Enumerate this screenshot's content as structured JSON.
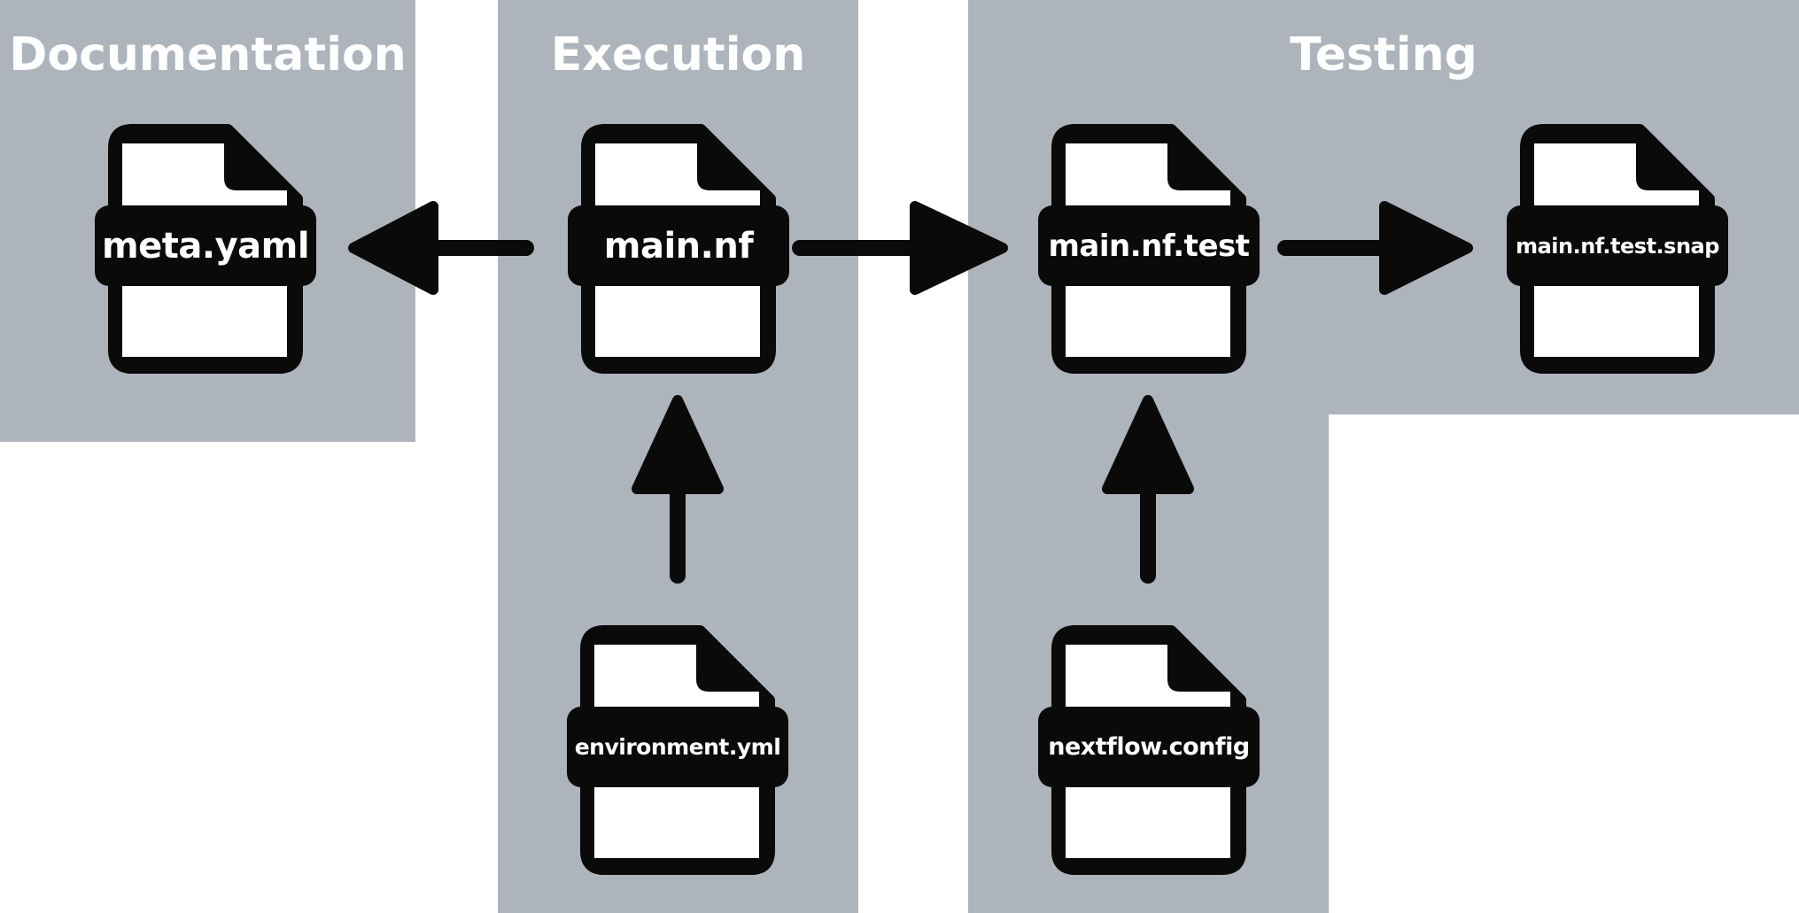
{
  "diagram": {
    "colors": {
      "panel": "#aeb4bc",
      "icon": "#0a0a0a",
      "text": "#ffffff",
      "background": "#ffffff"
    },
    "sections": [
      {
        "id": "documentation",
        "title": "Documentation"
      },
      {
        "id": "execution",
        "title": "Execution"
      },
      {
        "id": "testing",
        "title": "Testing"
      }
    ],
    "files": [
      {
        "id": "meta-yaml",
        "label": "meta.yaml",
        "section": "documentation"
      },
      {
        "id": "main-nf",
        "label": "main.nf",
        "section": "execution"
      },
      {
        "id": "main-nf-test",
        "label": "main.nf.test",
        "section": "testing"
      },
      {
        "id": "main-nf-test-snap",
        "label": "main.nf.test.snap",
        "section": "testing"
      },
      {
        "id": "environment-yml",
        "label": "environment.yml",
        "section": "execution"
      },
      {
        "id": "nextflow-config",
        "label": "nextflow.config",
        "section": "testing"
      }
    ],
    "arrows": [
      {
        "from": "main-nf",
        "to": "meta-yaml",
        "direction": "left"
      },
      {
        "from": "main-nf",
        "to": "main-nf-test",
        "direction": "right"
      },
      {
        "from": "main-nf-test",
        "to": "main-nf-test-snap",
        "direction": "right"
      },
      {
        "from": "environment-yml",
        "to": "main-nf",
        "direction": "up"
      },
      {
        "from": "nextflow-config",
        "to": "main-nf-test",
        "direction": "up"
      }
    ]
  }
}
